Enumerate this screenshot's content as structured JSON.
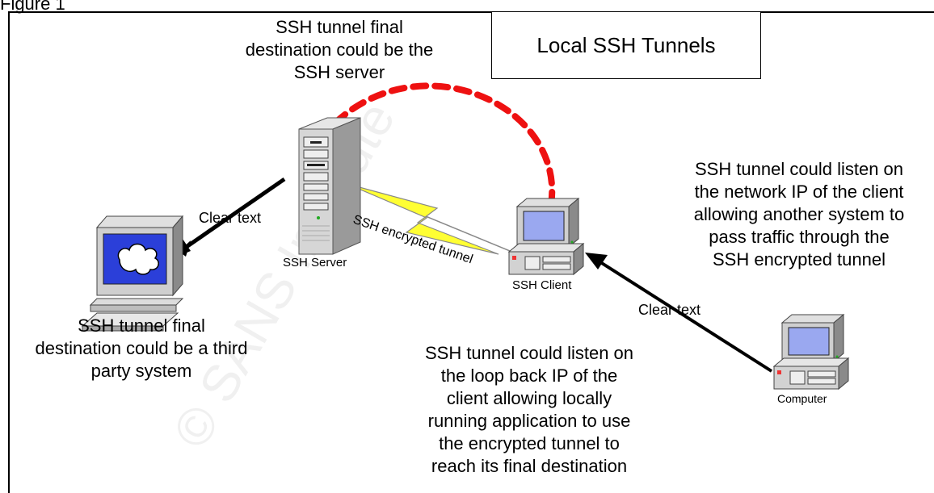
{
  "figure_label": "Figure 1",
  "title": "Local SSH Tunnels",
  "notes": {
    "server_destination": [
      "SSH tunnel final",
      "destination could be the",
      "SSH server"
    ],
    "third_party": [
      "SSH tunnel final",
      "destination could be a third",
      "party system"
    ],
    "loopback": [
      "SSH tunnel could listen on",
      "the loop back IP of the",
      "client allowing locally",
      "running application to use",
      "the encrypted tunnel to",
      "reach its final destination"
    ],
    "network_ip": [
      "SSH tunnel could listen on",
      "the network IP of the client",
      "allowing another system to",
      "pass traffic through the",
      "SSH encrypted tunnel"
    ]
  },
  "labels": {
    "clear_text_left": "Clear text",
    "clear_text_right": "Clear text",
    "ssh_server": "SSH Server",
    "ssh_client": "SSH Client",
    "computer": "Computer",
    "encrypted_tunnel": "SSH encrypted tunnel"
  },
  "watermark": "© SANS Institute",
  "colors": {
    "tunnel_arc": "#ee1111",
    "lightning": "#ffff33",
    "screen_blue": "#2b3fd9",
    "screen_light": "#9aa8f0",
    "case_gray": "#c8c8c8"
  }
}
